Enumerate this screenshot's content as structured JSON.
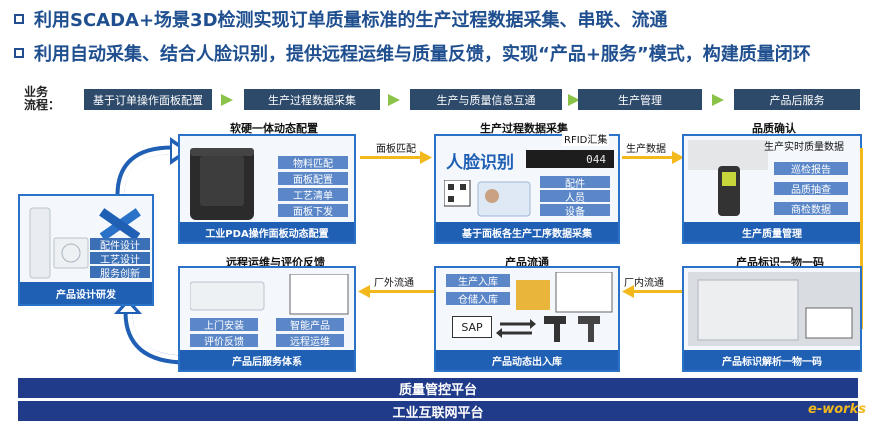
{
  "headlines": [
    "利用SCADA+场景3D检测实现订单质量标准的生产过程数据采集、串联、流通",
    "利用自动采集、结合人脸识别，提供远程运维与质量反馈，实现“产品+服务”模式，构建质量闭环"
  ],
  "process": {
    "label_line1": "业务",
    "label_line2": "流程：",
    "steps": [
      "基于订单操作面板配置",
      "生产过程数据采集",
      "生产与质量信息互通",
      "生产管理",
      "产品后服务"
    ]
  },
  "design": {
    "tags": [
      "配件设计",
      "工艺设计",
      "服务创新"
    ],
    "footer": "产品设计研发"
  },
  "config": {
    "title": "软硬一体动态配置",
    "tags": [
      "物料匹配",
      "面板配置",
      "工艺清单",
      "面板下发"
    ],
    "footer": "工业PDA操作面板动态配置"
  },
  "collect": {
    "title": "生产过程数据采集",
    "face": "人脸识别",
    "display": "044",
    "tags": [
      "配件",
      "人员",
      "设备"
    ],
    "footer": "基于面板各生产工序数据采集"
  },
  "quality": {
    "title": "品质确认",
    "tags": [
      "巡检报告",
      "品质抽查",
      "商检数据"
    ],
    "footer": "生产质量管理"
  },
  "label": {
    "title": "产品标识一物一码",
    "footer": "产品标识解析一物一码"
  },
  "logistics": {
    "title": "产品流通",
    "tags": [
      "生产入库",
      "仓储入库"
    ],
    "sap": "SAP",
    "footer": "产品动态出入库"
  },
  "service": {
    "title": "远程运维与评价反馈",
    "tags": [
      "上门安装",
      "智能产品",
      "评价反馈",
      "远程运维"
    ],
    "footer": "产品后服务体系"
  },
  "connectors": {
    "panel_match": "面板匹配",
    "rfid": "RFID汇集",
    "production_data": "生产数据",
    "realtime_quality": "生产实时质量数据",
    "factory_out": "厂外流通",
    "factory_in": "厂内流通"
  },
  "platforms": [
    "质量管控平台",
    "工业互联网平台"
  ],
  "watermark": "e-works",
  "colors": {
    "headline": "#1f4f8f",
    "step": "#2e4a6b",
    "step_arrow": "#8bc34a",
    "panel_border": "#2a72c8",
    "tag": "#3b6fb6",
    "connector": "#f3b91c",
    "platform": "#203b8a"
  }
}
